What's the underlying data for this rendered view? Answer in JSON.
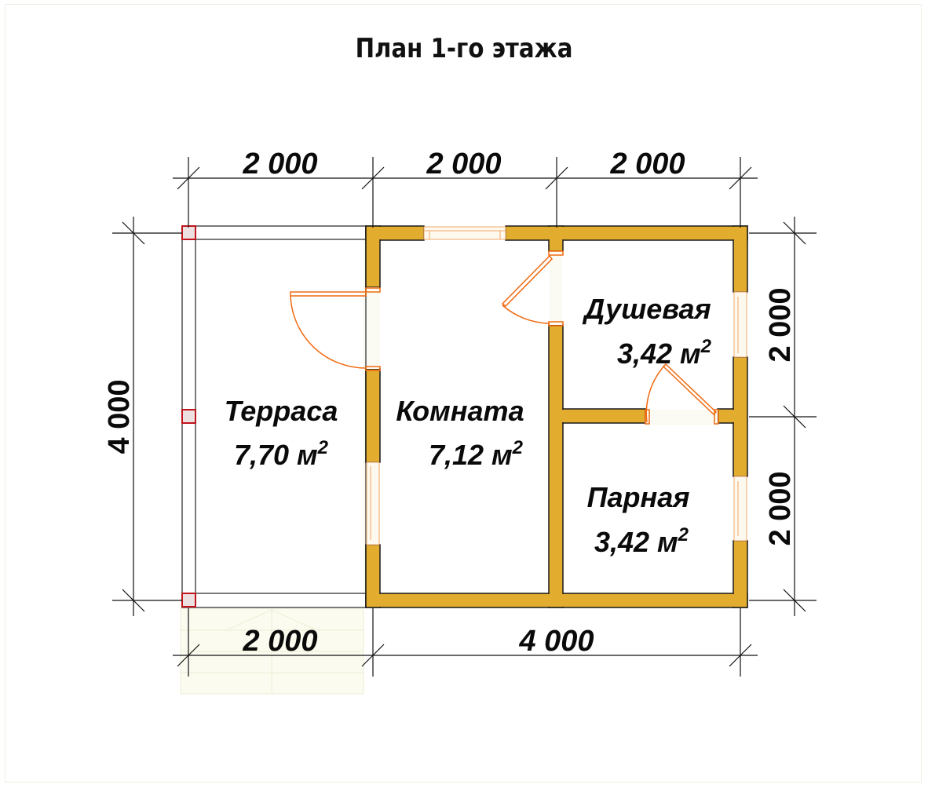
{
  "title": "План 1-го этажа",
  "dimensions": {
    "top": [
      "2 000",
      "2 000",
      "2 000"
    ],
    "bottom": [
      "2 000",
      "4 000"
    ],
    "left": "4 000",
    "right": [
      "2 000",
      "2 000"
    ]
  },
  "rooms": [
    {
      "name": "Терраса",
      "area": "7,70 м",
      "sup": "2"
    },
    {
      "name": "Комната",
      "area": "7,12 м",
      "sup": "2"
    },
    {
      "name": "Душевая",
      "area": "3,42 м",
      "sup": "2"
    },
    {
      "name": "Парная",
      "area": "3,42 м",
      "sup": "2"
    }
  ],
  "colors": {
    "wall": "#e2ad2e",
    "wall_outline": "#1a1a1a",
    "door": "#f06a10",
    "post": "#c0141c",
    "post_fill": "#ede0e0",
    "terrace_outline": "#7a7a7a",
    "steps": "#fafaee"
  }
}
